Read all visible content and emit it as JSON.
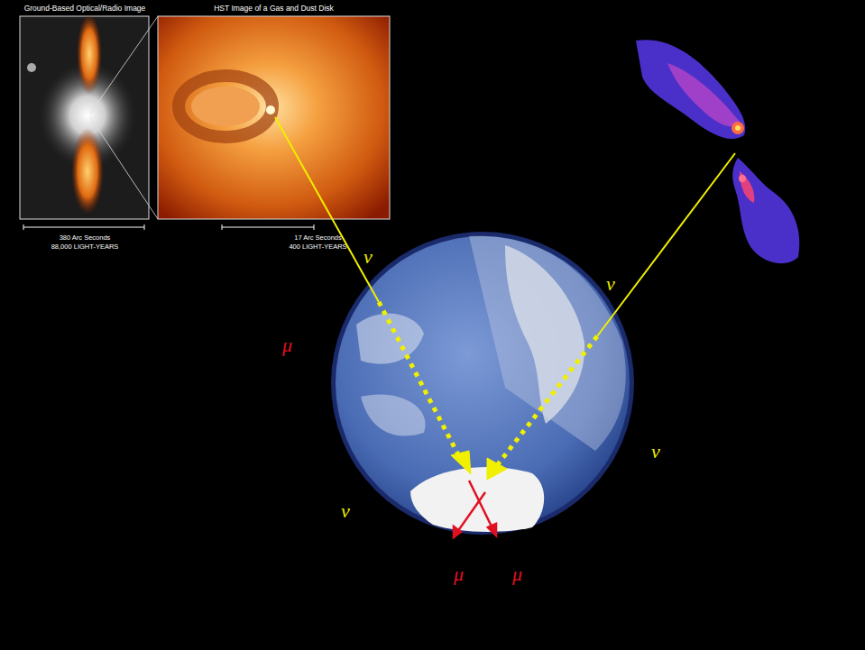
{
  "diagram": {
    "nodes": [
      {
        "text": [
          "Ground-Based Optical/Radio Image",
          "380 Arc Seconds",
          "88,000 LIGHT-YEARS"
        ]
      },
      {
        "text": [
          "HST Image of a Gas and Dust Disk",
          "17 Arc Seconds",
          "400 LIGHT-YEARS"
        ]
      }
    ],
    "labels": [
      "ν",
      "ν",
      "ν",
      "ν",
      "μ",
      "μ",
      "μ"
    ]
  }
}
